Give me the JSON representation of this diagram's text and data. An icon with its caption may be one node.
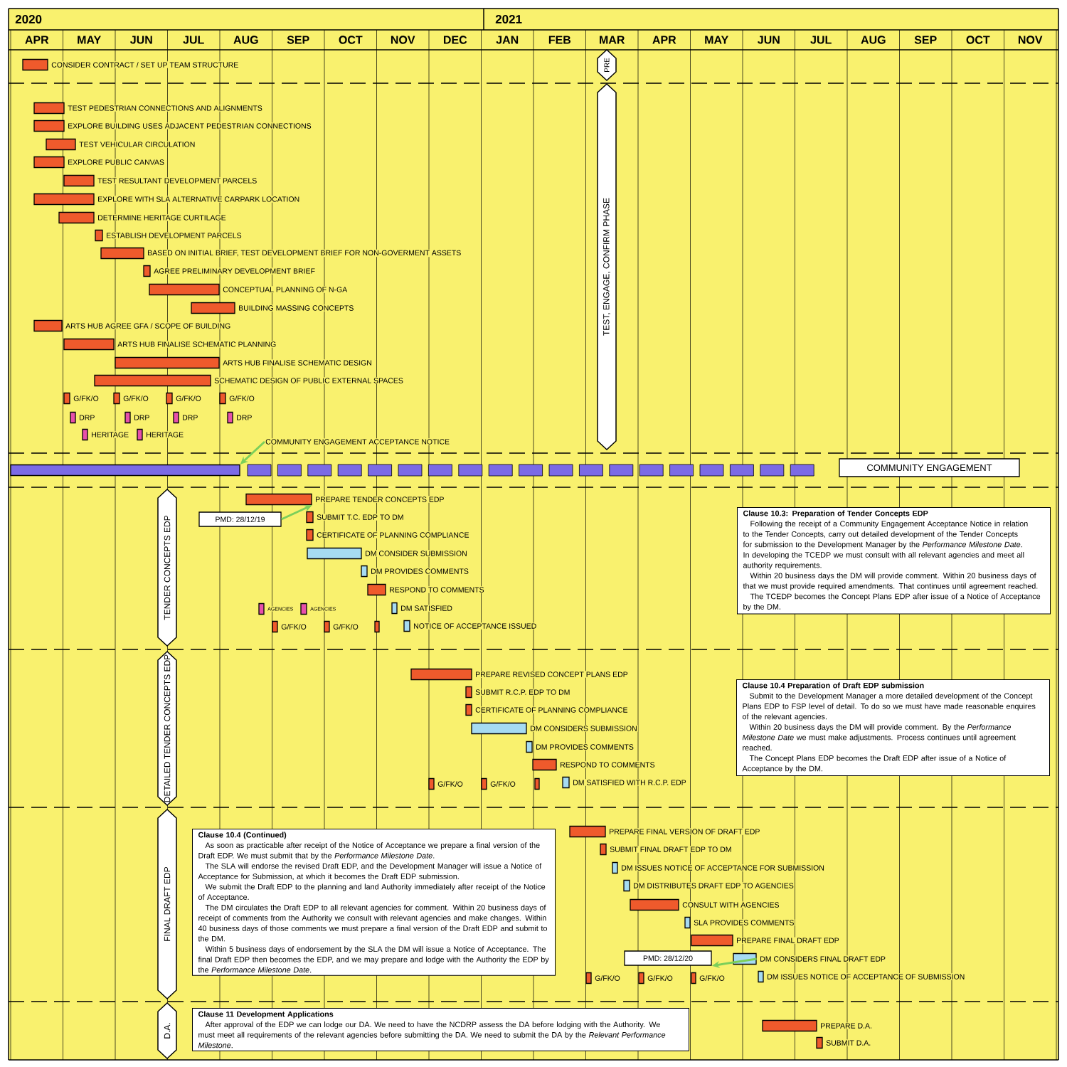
{
  "diagram": {
    "nodes": [
      {
        "text": [],
        "shape": "bar",
        "beside": [
          "CONSIDER CONTRACT / SET UP TEAM STRUCTURE"
        ]
      },
      {
        "text": [
          "PRE"
        ]
      },
      {
        "text": [
          "TEST, ENGAGE, CONFIRM PHASE"
        ]
      },
      {
        "text": [],
        "shape": "bar",
        "beside": [
          "TEST PEDESTRIAN CONNECTIONS AND ALIGNMENTS"
        ]
      },
      {
        "text": [],
        "shape": "bar",
        "beside": [
          "EXPLORE BUILDING USES ADJACENT PEDESTRIAN CONNECTIONS"
        ]
      },
      {
        "text": [],
        "shape": "bar",
        "beside": [
          "TEST VEHICULAR CIRCULATION"
        ]
      },
      {
        "text": [],
        "shape": "bar",
        "beside": [
          "EXPLORE PUBLIC CANVAS"
        ]
      },
      {
        "text": [],
        "shape": "bar",
        "beside": [
          "TEST RESULTANT DEVELOPMENT PARCELS"
        ]
      },
      {
        "text": [],
        "shape": "bar",
        "beside": [
          "EXPLORE WITH SLA ALTERNATIVE CARPARK LOCATION"
        ]
      },
      {
        "text": [],
        "shape": "bar",
        "beside": [
          "DETERMINE HERITAGE CURTILAGE"
        ]
      },
      {
        "text": [],
        "shape": "bar",
        "beside": [
          "ESTABLISH DEVELOPMENT PARCELS"
        ]
      },
      {
        "text": [],
        "shape": "bar",
        "beside": [
          "BASED ON INITIAL BRIEF, TEST DEVELOPMENT BRIEF FOR NON-GOVERMENT ASSETS"
        ]
      },
      {
        "text": [],
        "shape": "bar",
        "beside": [
          "AGREE PRELIMINARY DEVELOPMENT BRIEF"
        ]
      },
      {
        "text": [],
        "shape": "bar",
        "beside": [
          "CONCEPTUAL PLANNING OF N-GA"
        ]
      },
      {
        "text": [],
        "shape": "bar",
        "beside": [
          "BUILDING MASSING CONCEPTS"
        ]
      },
      {
        "text": [],
        "shape": "bar",
        "beside": [
          "ARTS HUB AGREE GFA / SCOPE OF BUILDING"
        ]
      },
      {
        "text": [],
        "shape": "bar",
        "beside": [
          "ARTS HUB FINALISE SCHEMATIC PLANNING"
        ]
      },
      {
        "text": [],
        "shape": "bar",
        "beside": [
          "ARTS HUB FINALISE SCHEMATIC DESIGN"
        ]
      },
      {
        "text": [],
        "shape": "bar",
        "beside": [
          "SCHEMATIC DESIGN OF PUBLIC EXTERNAL SPACES"
        ]
      },
      {
        "text": [],
        "shape": "bar",
        "beside": [
          "G/FK/O"
        ]
      },
      {
        "text": [],
        "shape": "bar",
        "beside": [
          "G/FK/O"
        ]
      },
      {
        "text": [],
        "shape": "bar",
        "beside": [
          "G/FK/O"
        ]
      },
      {
        "text": [],
        "shape": "bar",
        "beside": [
          "G/FK/O"
        ]
      },
      {
        "text": [],
        "shape": "bar",
        "beside": [
          "DRP"
        ]
      },
      {
        "text": [],
        "shape": "bar",
        "beside": [
          "DRP"
        ]
      },
      {
        "text": [],
        "shape": "bar",
        "beside": [
          "DRP"
        ]
      },
      {
        "text": [],
        "shape": "bar",
        "beside": [
          "DRP"
        ]
      },
      {
        "text": [],
        "shape": "bar",
        "beside": [
          "HERITAGE"
        ]
      },
      {
        "text": [],
        "shape": "bar",
        "beside": [
          "HERITAGE"
        ]
      },
      {
        "text": [
          "COMMUNITY ENGAGEMENT ACCEPTANCE NOTICE"
        ]
      },
      {
        "text": [],
        "shape": "bar"
      },
      {
        "text": [
          "COMMUNITY ENGAGEMENT"
        ]
      },
      {
        "text": [
          "TENDER CONCEPTS EDP"
        ]
      },
      {
        "text": [],
        "shape": "bar",
        "beside": [
          "PREPARE TENDER CONCEPTS EDP"
        ]
      },
      {
        "text": [
          "PMD: 28/12/19"
        ]
      },
      {
        "text": [],
        "shape": "bar",
        "beside": [
          "SUBMIT T.C. EDP TO DM"
        ]
      },
      {
        "text": [],
        "shape": "bar",
        "beside": [
          "CERTIFICATE OF PLANNING COMPLIANCE"
        ]
      },
      {
        "text": [],
        "shape": "bar",
        "beside": [
          "DM CONSIDER SUBMISSION"
        ]
      },
      {
        "text": [],
        "shape": "bar",
        "beside": [
          "DM PROVIDES COMMENTS"
        ]
      },
      {
        "text": [],
        "shape": "bar",
        "beside": [
          "RESPOND TO COMMENTS"
        ]
      },
      {
        "text": [],
        "shape": "bar",
        "beside": [
          "AGENCIES"
        ]
      },
      {
        "text": [],
        "shape": "bar",
        "beside": [
          "AGENCIES"
        ]
      },
      {
        "text": [],
        "shape": "bar",
        "beside": [
          "DM SATISFIED"
        ]
      },
      {
        "text": [],
        "shape": "bar",
        "beside": [
          "G/FK/O"
        ]
      },
      {
        "text": [],
        "shape": "bar",
        "beside": [
          "G/FK/O"
        ]
      },
      {
        "text": [],
        "shape": "bar"
      },
      {
        "text": [],
        "shape": "bar",
        "beside": [
          "NOTICE OF ACCEPTANCE ISSUED"
        ]
      },
      {
        "text": [
          "Clause 10.3: Preparation of Tender Concepts EDP",
          "Following the receipt of a Community Engagement Acceptance Notice in relation to the Tender Concepts, carry out detailed development of the Tender Concepts for submission to the Development Manager by the *Performance Milestone Date*. In developing the TCEDP we must consult with all relevant agencies and meet all authority requirements.",
          "Within 20 business days the DM will provide comment. Within 20 business days of that we must provide required amendments. That continues until agreement reached.",
          "The TCEDP becomes the Concept Plans EDP after issue of a Notice of Acceptance by the DM."
        ]
      },
      {
        "text": [
          "DETAILED TENDER CONCEPTS EDP"
        ]
      },
      {
        "text": [],
        "shape": "bar",
        "beside": [
          "PREPARE REVISED CONCEPT PLANS EDP"
        ]
      },
      {
        "text": [],
        "shape": "bar",
        "beside": [
          "SUBMIT R.C.P. EDP TO DM"
        ]
      },
      {
        "text": [],
        "shape": "bar",
        "beside": [
          "CERTIFICATE OF PLANNING COMPLIANCE"
        ]
      },
      {
        "text": [],
        "shape": "bar",
        "beside": [
          "DM CONSIDERS SUBMISSION"
        ]
      },
      {
        "text": [],
        "shape": "bar",
        "beside": [
          "DM PROVIDES COMMENTS"
        ]
      },
      {
        "text": [],
        "shape": "bar",
        "beside": [
          "RESPOND TO COMMENTS"
        ]
      },
      {
        "text": [],
        "shape": "bar",
        "beside": [
          "G/FK/O"
        ]
      },
      {
        "text": [],
        "shape": "bar",
        "beside": [
          "G/FK/O"
        ]
      },
      {
        "text": [],
        "shape": "bar"
      },
      {
        "text": [],
        "shape": "bar",
        "beside": [
          "DM SATISFIED WITH R.C.P. EDP"
        ]
      },
      {
        "text": [
          "Clause 10.4 Preparation of Draft EDP submission",
          "Submit to the Development Manager a more detailed development of the Concept Plans EDP to FSP level of detail. To do so we must have made reasonable enquires of the relevant agencies.",
          "Within 20 business days the DM will provide comment. By the *Performance Milestone Date* we must make adjustments. Process continues until agreement reached.",
          "The Concept Plans EDP becomes the Draft EDP after issue of a Notice of Acceptance by the DM."
        ]
      },
      {
        "text": [
          "FINAL DRAFT EDP"
        ]
      },
      {
        "text": [
          "Clause 10.4 (Continued)",
          "As soon as practicable after receipt of the Notice of Acceptance we prepare a final version of the Draft EDP. We must submit that by the *Performance Milestone Date*.",
          "The SLA will endorse the revised Draft EDP, and the Development Manager will issue a Notice of Acceptance for Submission, at which it becomes the Draft EDP submission.",
          "We submit the Draft EDP to the planning and land Authority immediately after receipt of the Notice of Acceptance.",
          "The DM circulates the Draft EDP to all relevant agencies for comment. Within 20 business days of receipt of comments from the Authority we consult with relevant agencies and make changes. Within 40 business days of those comments we must prepare a final version of the Draft EDP and submit to the DM.",
          "Within 5 business days of endorsement by the SLA the DM will issue a Notice of Acceptance. The final Draft EDP then becomes the EDP, and we may prepare and lodge with the Authority the EDP by the *Performance Milestone Date*."
        ]
      },
      {
        "text": [],
        "shape": "bar",
        "beside": [
          "PREPARE FINAL VERSION OF DRAFT EDP"
        ]
      },
      {
        "text": [],
        "shape": "bar",
        "beside": [
          "SUBMIT FINAL DRAFT EDP TO DM"
        ]
      },
      {
        "text": [],
        "shape": "bar",
        "beside": [
          "DM ISSUES NOTICE OF ACCEPTANCE FOR SUBMISSION"
        ]
      },
      {
        "text": [],
        "shape": "bar",
        "beside": [
          "DM DISTRIBUTES DRAFT EDP TO AGENCIES"
        ]
      },
      {
        "text": [],
        "shape": "bar",
        "beside": [
          "CONSULT WITH AGENCIES"
        ]
      },
      {
        "text": [],
        "shape": "bar",
        "beside": [
          "SLA PROVIDES COMMENTS"
        ]
      },
      {
        "text": [],
        "shape": "bar",
        "beside": [
          "PREPARE FINAL DRAFT EDP"
        ]
      },
      {
        "text": [
          "PMD: 28/12/20"
        ]
      },
      {
        "text": [],
        "shape": "bar",
        "beside": [
          "DM CONSIDERS FINAL DRAFT EDP"
        ]
      },
      {
        "text": [],
        "shape": "bar",
        "beside": [
          "G/FK/O"
        ]
      },
      {
        "text": [],
        "shape": "bar",
        "beside": [
          "G/FK/O"
        ]
      },
      {
        "text": [],
        "shape": "bar",
        "beside": [
          "G/FK/O"
        ]
      },
      {
        "text": [],
        "shape": "bar",
        "beside": [
          "DM ISSUES NOTICE OF ACCEPTANCE OF SUBMISSION"
        ]
      },
      {
        "text": [
          "D.A."
        ]
      },
      {
        "text": [
          "Clause 11 Development Applications",
          "After approval of the EDP we can lodge our DA. We need to have the NCDRP assess the DA before lodging with the Authority. We must meet all requirements of the relevant agencies before submitting the DA. We need to submit the DA by the *Relevant Performance Milestone*."
        ]
      },
      {
        "text": [],
        "shape": "bar",
        "beside": [
          "PREPARE D.A."
        ]
      },
      {
        "text": [],
        "shape": "bar",
        "beside": [
          "SUBMIT D.A."
        ]
      }
    ],
    "edges": [
      {
        "from": 29,
        "to": 30,
        "arrow": "to"
      },
      {
        "from": 34,
        "to": 33,
        "arrow": "to"
      },
      {
        "from": 70,
        "to": 69,
        "arrow": "to"
      }
    ],
    "labels": [
      "2020",
      "2021",
      "APR",
      "MAY",
      "JUN",
      "JUL",
      "AUG",
      "SEP",
      "OCT",
      "NOV",
      "DEC",
      "JAN",
      "FEB",
      "MAR",
      "APR",
      "MAY",
      "JUN",
      "JUL",
      "AUG",
      "SEP",
      "OCT",
      "NOV"
    ]
  }
}
